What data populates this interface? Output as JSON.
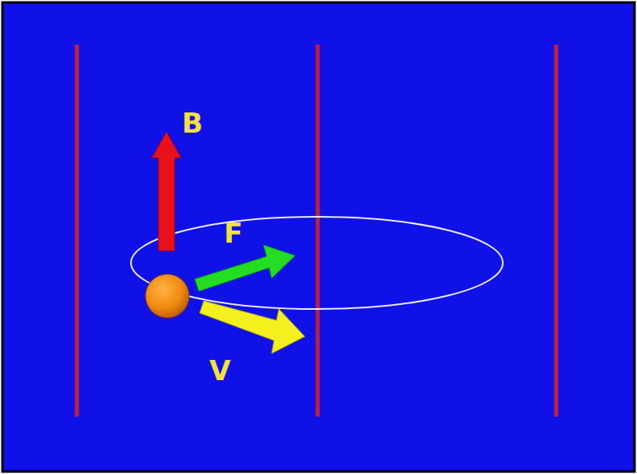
{
  "diagram": {
    "labels": [
      "B",
      "F",
      "V"
    ]
  }
}
